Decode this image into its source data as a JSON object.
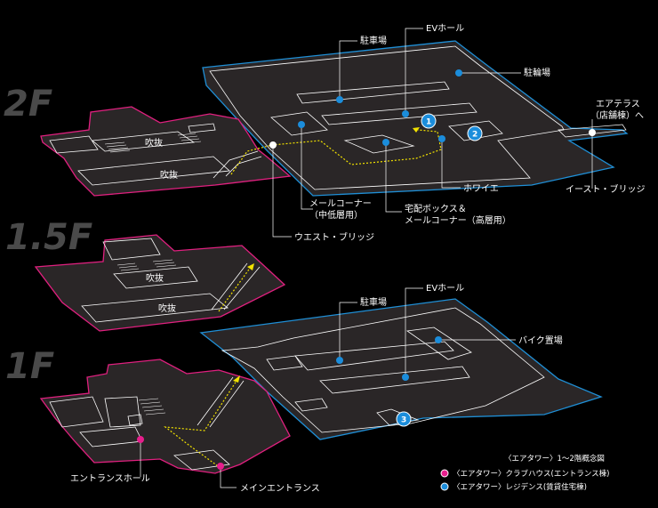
{
  "floor_labels": [
    "2F",
    "1.5F",
    "1F"
  ],
  "labels_2f": {
    "parking": "駐車場",
    "ev_hall": "EVホール",
    "bike_parking": "駐輪場",
    "air_terrace_1": "エアテラス",
    "air_terrace_2": "（店舗棟）へ",
    "east_bridge": "イースト・ブリッジ",
    "lobby": "ホワイエ",
    "delivery_box_1": "宅配ボックス＆",
    "delivery_box_2": "メールコーナー（高層用）",
    "mail_corner_1": "メールコーナー",
    "mail_corner_2": "（中低層用）",
    "west_bridge": "ウエスト・ブリッジ",
    "void_1": "吹抜",
    "void_2": "吹抜"
  },
  "labels_15f": {
    "void_1": "吹抜",
    "void_2": "吹抜"
  },
  "labels_1f": {
    "parking": "駐車場",
    "ev_hall": "EVホール",
    "motorbike_parking": "バイク置場",
    "entrance_hall": "エントランスホール",
    "main_entrance": "メインエントランス"
  },
  "markers": [
    "1",
    "2",
    "3"
  ],
  "legend": {
    "title": "〈エアタワー〉1〜2階概念図",
    "pink": "〈エアタワー〉クラブハウス(エントランス棟)",
    "blue": "〈エアタワー〉レジデンス(賃貸住宅棟)"
  },
  "colors": {
    "pink_edge": "#e0207f",
    "blue_edge": "#1f8fd6",
    "marker_blue": "#1b8ddb",
    "marker_pink": "#e61e8c",
    "path_yellow": "#f2e200",
    "floor_fill": "#2a2627"
  }
}
